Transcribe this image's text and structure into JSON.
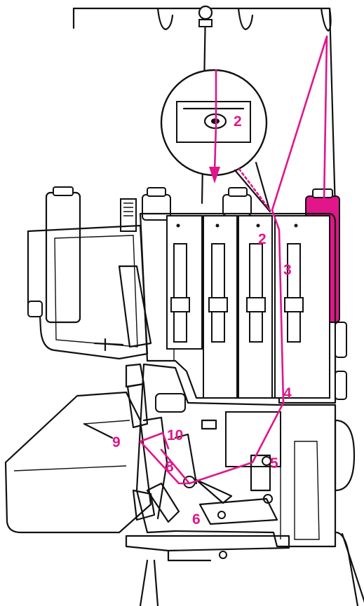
{
  "accent_color": "#e0168a",
  "line_color": "#111111",
  "icons": [
    "spool-stand-icon",
    "thread-guide-magnifier-icon",
    "overlock-machine-icon"
  ],
  "steps": {
    "inset": "2",
    "s2": "2",
    "s3": "3",
    "s4": "4",
    "s5": "5",
    "s6": "6",
    "s8": "8",
    "s9": "9",
    "s10": "10"
  }
}
